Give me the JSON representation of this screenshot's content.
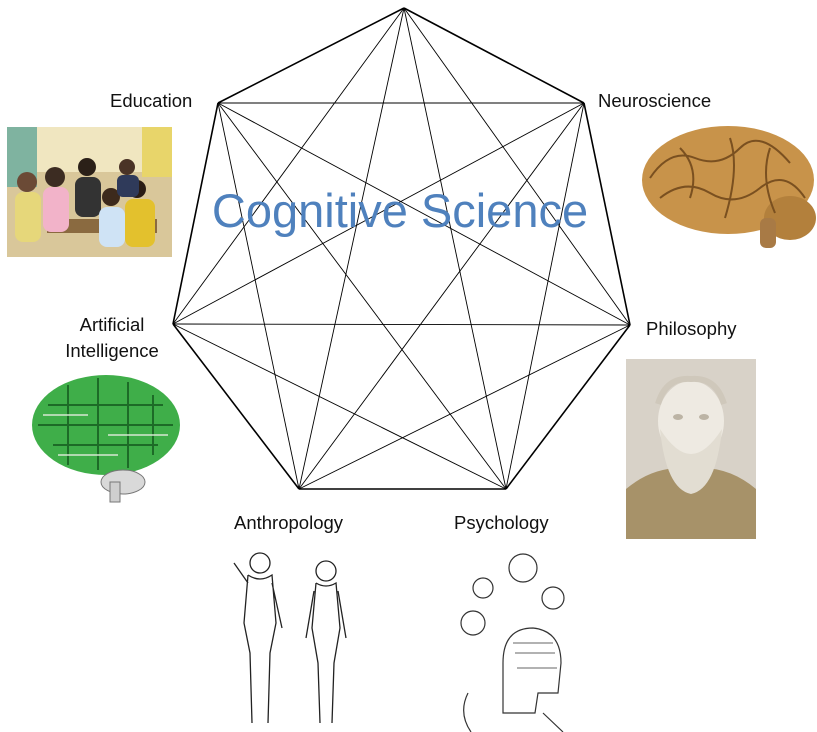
{
  "diagram": {
    "title": "Cognitive Science",
    "disciplines": [
      {
        "label": "Education",
        "image": "classroom-children-photo"
      },
      {
        "label": "Neuroscience",
        "image": "human-brain-photo"
      },
      {
        "label": "Philosophy",
        "image": "aristotle-bust-photo"
      },
      {
        "label": "Psychology",
        "image": "phrenology-head-engraving"
      },
      {
        "label": "Anthropology",
        "image": "human-figures-line-drawing"
      },
      {
        "label": "Artificial Intelligence",
        "image": "circuit-board-brain-image"
      }
    ],
    "colors": {
      "title": "#4f81bd",
      "edges": "#000000"
    }
  }
}
